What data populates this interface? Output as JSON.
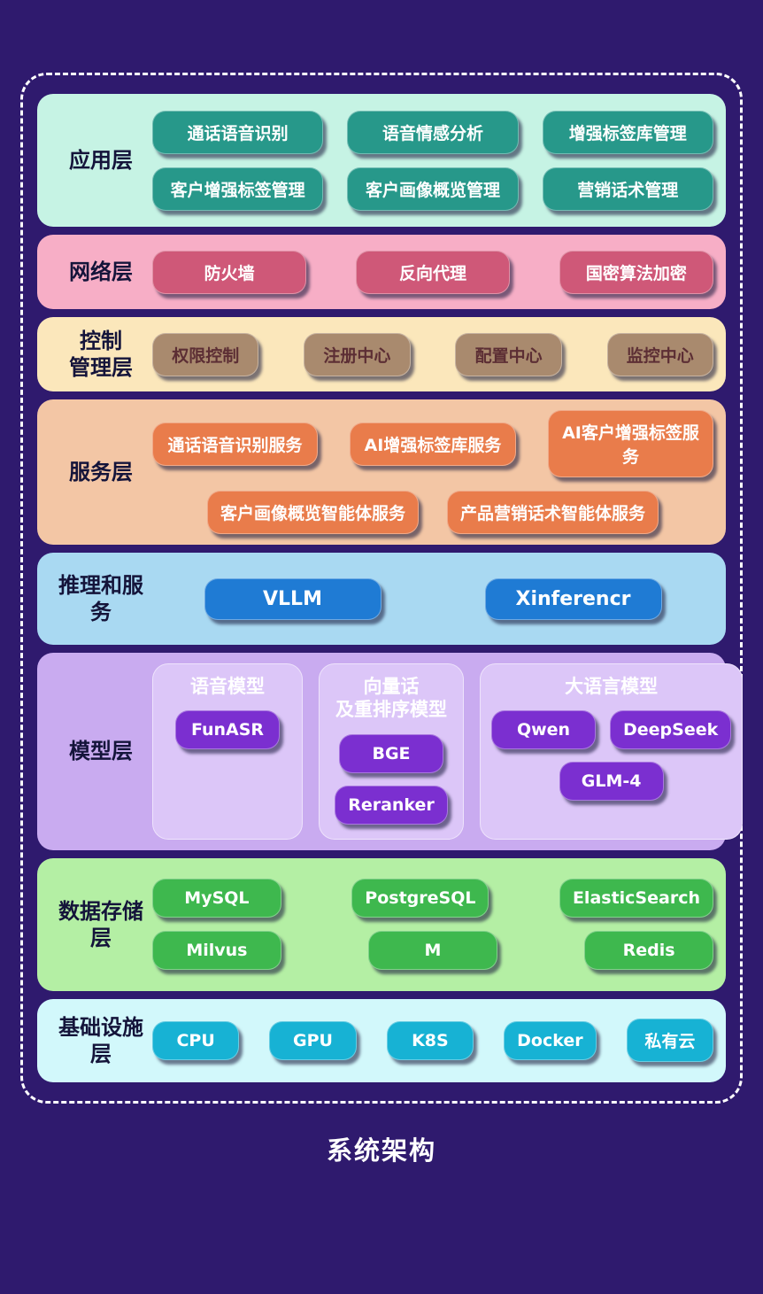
{
  "title": "系统架构",
  "colors": {
    "page_bg": "#2f1a6e",
    "frame_border": "#ffffff",
    "app_bg": "#c6f3e4",
    "app_btn": "#27988a",
    "network_bg": "#f7aec6",
    "network_btn": "#cf5878",
    "control_bg": "#fbe7bb",
    "control_btn": "#a98a6e",
    "control_btn_text": "#5c2e34",
    "service_bg": "#f3c6a5",
    "service_btn": "#e97c4b",
    "inference_bg": "#a9d9f2",
    "inference_btn": "#1f7bd4",
    "model_bg": "#c9abf0",
    "model_card_bg": "#dcc6f8",
    "model_btn": "#7b2fd0",
    "storage_bg": "#b4efa4",
    "storage_btn": "#3eb84e",
    "infra_bg": "#d2f8fb",
    "infra_btn": "#17b2d4"
  },
  "layers": {
    "app": {
      "label": "应用层",
      "items": [
        "通话语音识别",
        "语音情感分析",
        "增强标签库管理",
        "客户增强标签管理",
        "客户画像概览管理",
        "营销话术管理"
      ]
    },
    "network": {
      "label": "网络层",
      "items": [
        "防火墙",
        "反向代理",
        "国密算法加密"
      ]
    },
    "control": {
      "label": "控制\n管理层",
      "items": [
        "权限控制",
        "注册中心",
        "配置中心",
        "监控中心"
      ]
    },
    "service": {
      "label": "服务层",
      "items": [
        "通话语音识别服务",
        "AI增强标签库服务",
        "AI客户增强标签服务",
        "客户画像概览智能体服务",
        "产品营销话术智能体服务"
      ]
    },
    "inference": {
      "label": "推理和服务",
      "items": [
        "VLLM",
        "Xinferencr"
      ]
    },
    "model": {
      "label": "模型层",
      "groups": [
        {
          "title": "语音模型",
          "items": [
            "FunASR"
          ]
        },
        {
          "title": "向量话\n及重排序模型",
          "items": [
            "BGE",
            "Reranker"
          ]
        },
        {
          "title": "大语言模型",
          "items": [
            "Qwen",
            "DeepSeek",
            "GLM-4"
          ]
        }
      ]
    },
    "storage": {
      "label": "数据存储层",
      "items": [
        "MySQL",
        "PostgreSQL",
        "ElasticSearch",
        "Milvus",
        "M",
        "Redis"
      ]
    },
    "infra": {
      "label": "基础设施层",
      "items": [
        "CPU",
        "GPU",
        "K8S",
        "Docker",
        "私有云"
      ]
    }
  }
}
